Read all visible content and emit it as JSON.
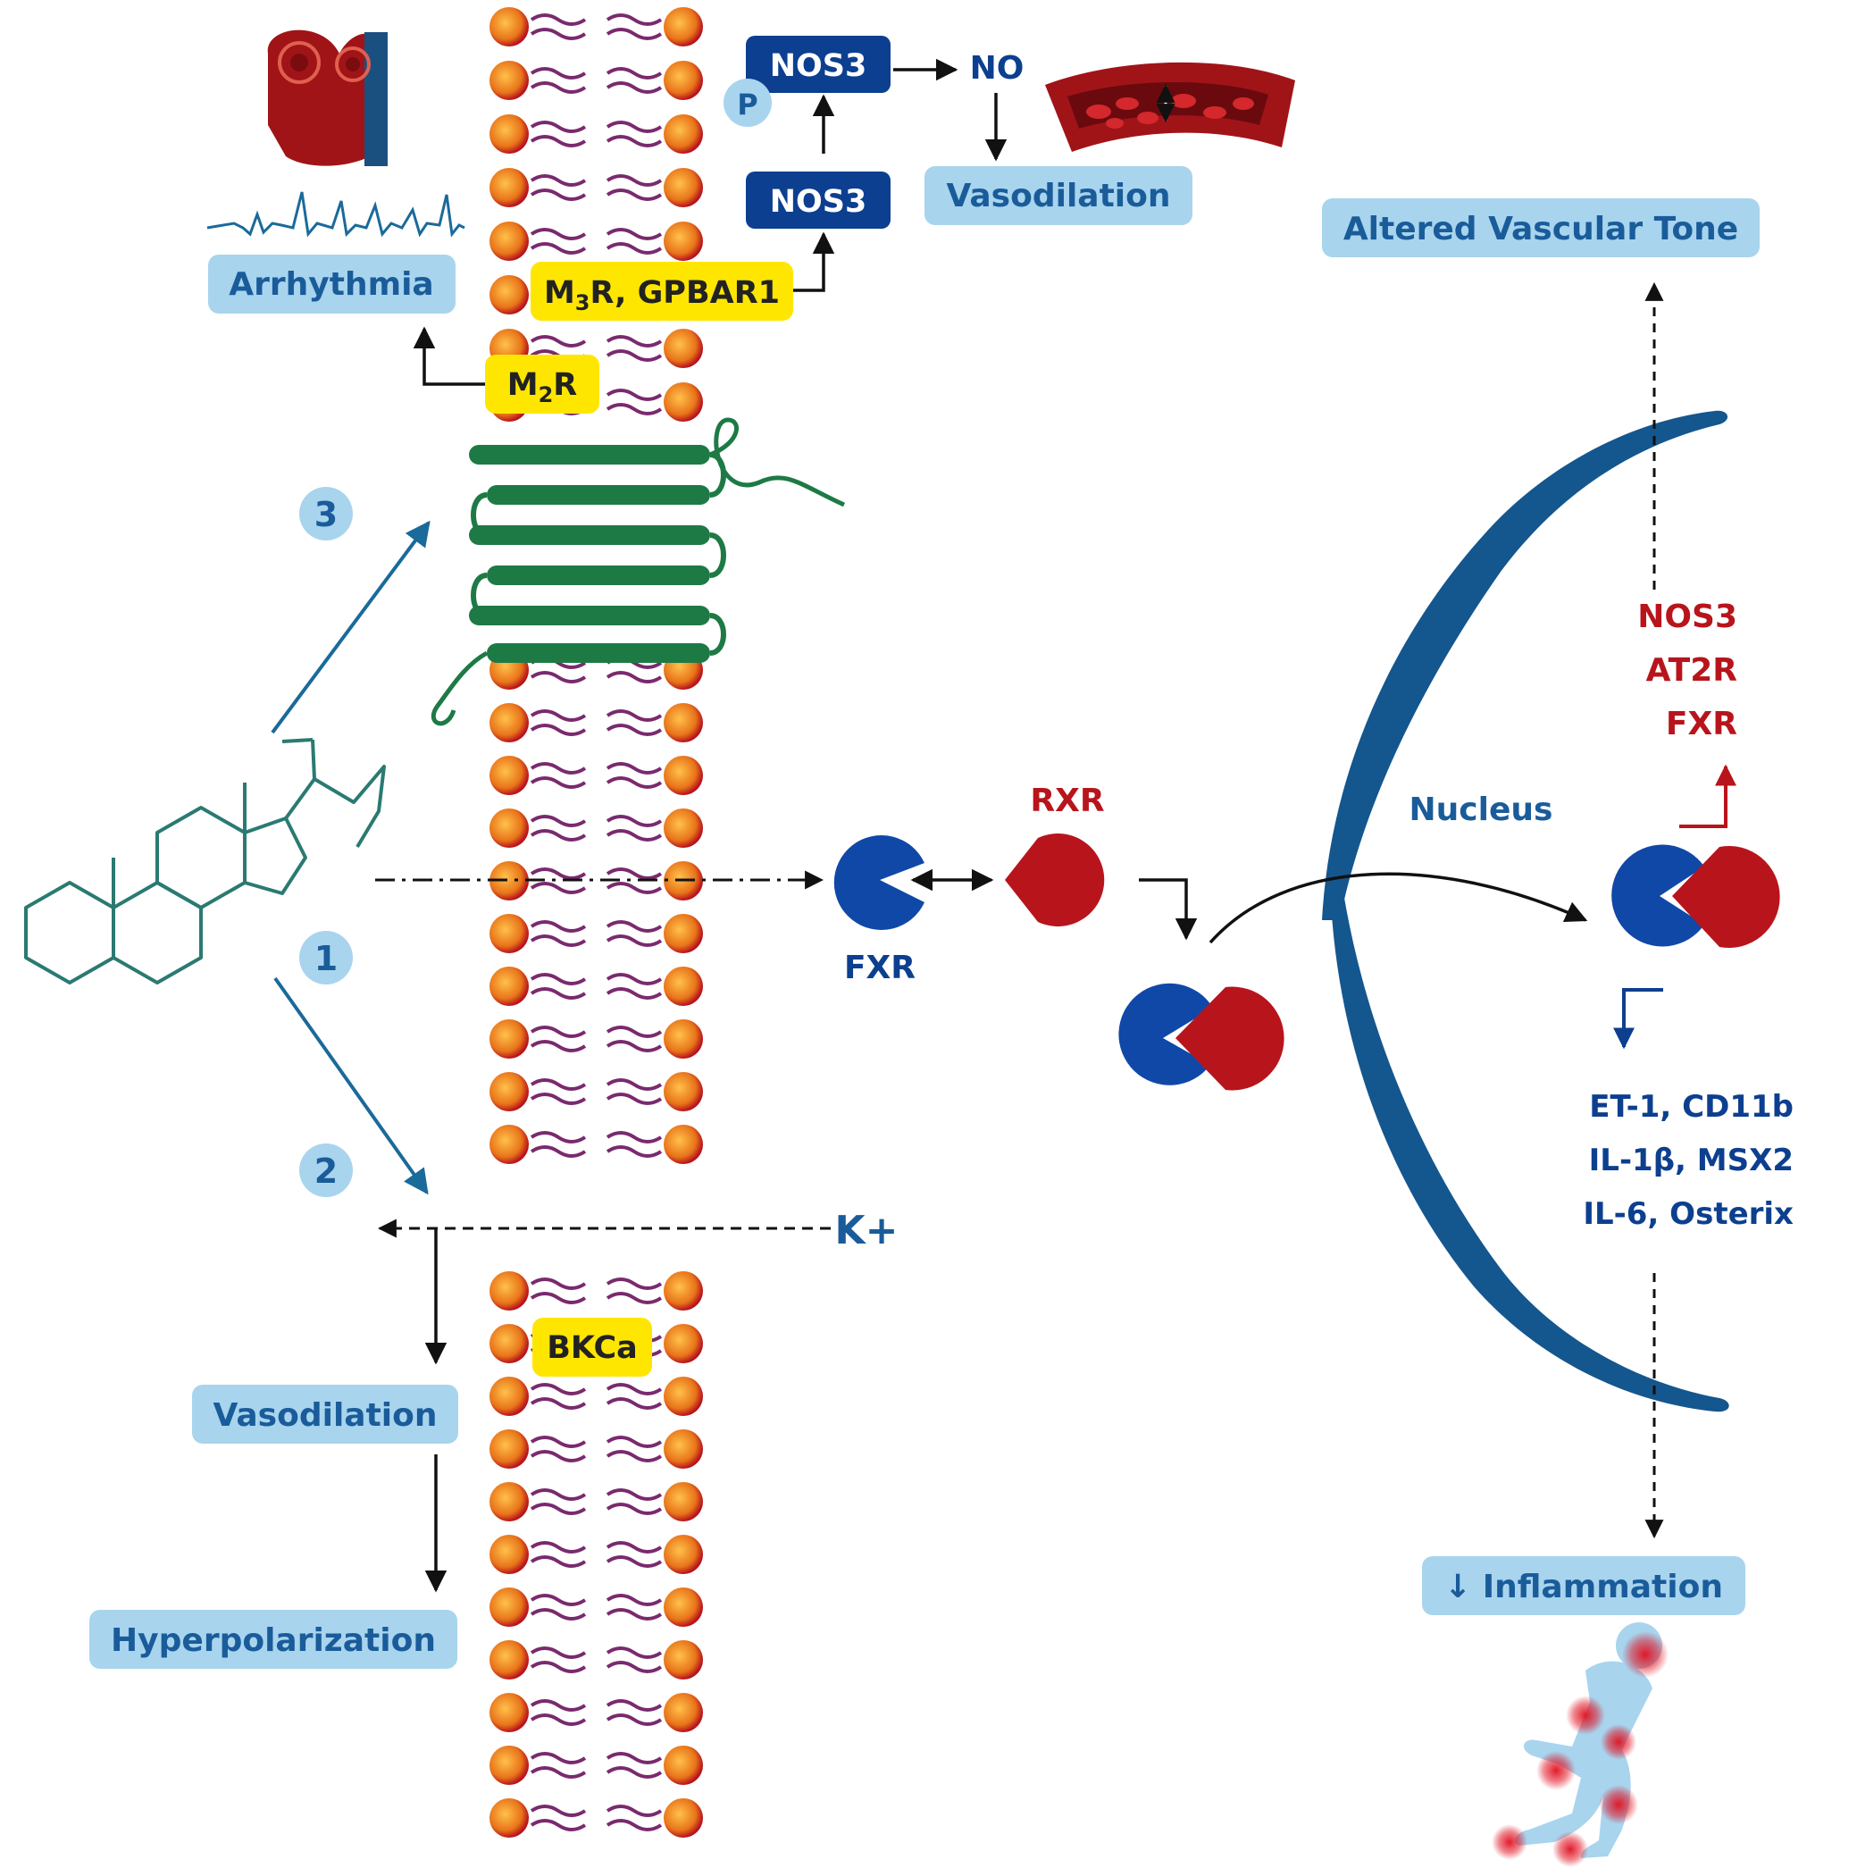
{
  "colors": {
    "label_box_fill": "#a8d4ee",
    "label_text": "#1a5c9a",
    "receptor_fill": "#ffe600",
    "enzyme_fill": "#0c3f8f",
    "fxr_blue": "#1048a8",
    "rxr_red": "#b8141c",
    "nucleus_membrane": "#14568e",
    "upregulated_text": "#b8141c",
    "downregulated_text": "#0c3f8f",
    "lipid_head": "#e8741a",
    "lipid_tail": "#7a2a6e",
    "gpcr_green": "#1e7a45"
  },
  "labels": {
    "arrhythmia": "Arrhythmia",
    "vasodilation_top": "Vasodilation",
    "altered_vascular_tone": "Altered Vascular Tone",
    "vasodilation_bottom": "Vasodilation",
    "hyperpolarization": "Hyperpolarization",
    "inflammation": "↓ Inflammation"
  },
  "receptors": {
    "m3r_base": "M",
    "m3r_sub": "3",
    "m3r_rest": "R, GPBAR1",
    "m2r_base": "M",
    "m2r_sub": "2",
    "m2r_rest": "R",
    "bkca": "BKCa"
  },
  "enzymes": {
    "nos3_top": "NOS3",
    "nos3_bottom": "NOS3",
    "phospho": "P",
    "no": "NO"
  },
  "pathways": [
    "3",
    "1",
    "2"
  ],
  "ion": "K+",
  "nuclear": {
    "rxr": "RXR",
    "fxr": "FXR",
    "nucleus": "Nucleus"
  },
  "upregulated_genes": [
    "NOS3",
    "AT2R",
    "FXR"
  ],
  "downregulated_genes": [
    "ET-1, CD11b",
    "IL-1β, MSX2",
    "IL-6, Osterix"
  ]
}
